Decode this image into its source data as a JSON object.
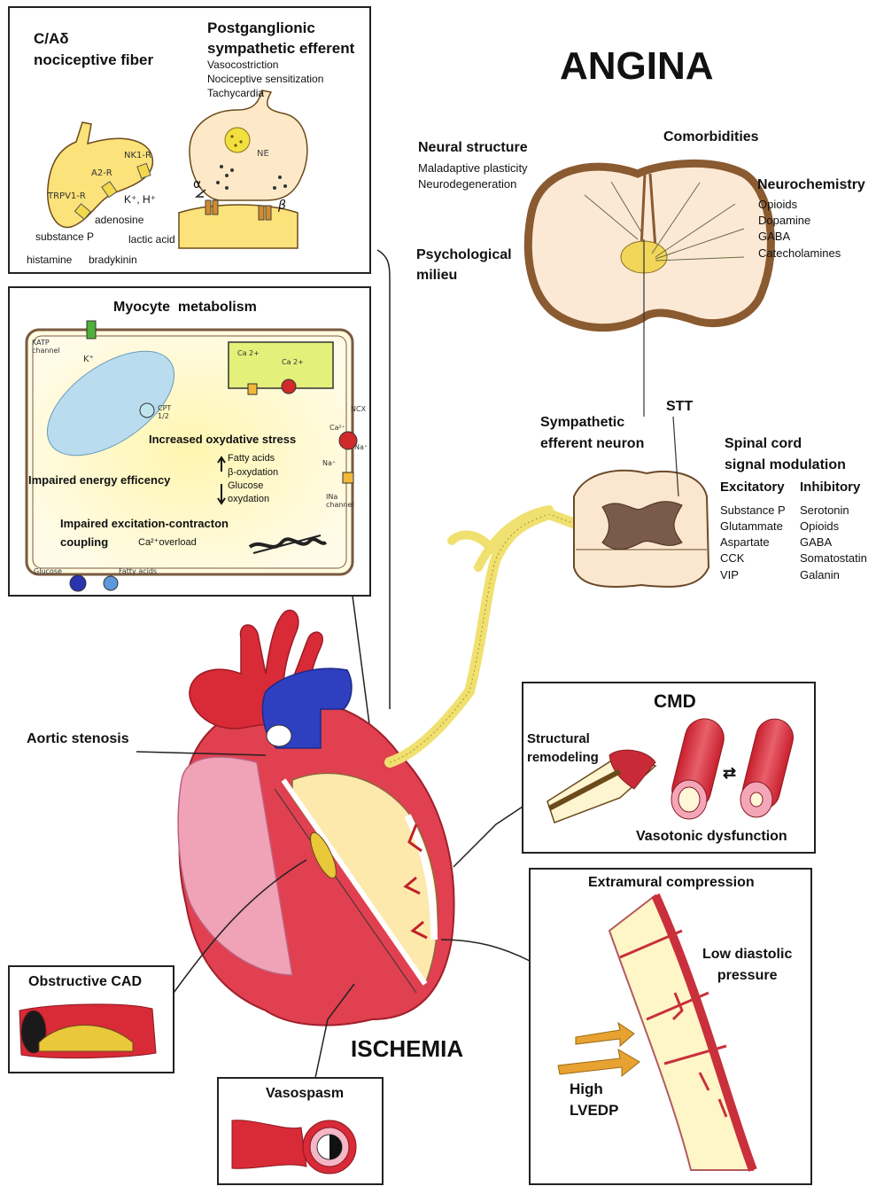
{
  "title": "ANGINA",
  "ischemia": "ISCHEMIA",
  "nociceptive_box": {
    "fiber_title": "C/Aδ\nnociceptive fiber",
    "receptors": {
      "nk1r": "NK1-R",
      "a2r": "A2-R",
      "trpv1r": "TRPV1-R"
    },
    "ions": "K⁺, H⁺",
    "adenosine": "adenosine",
    "substance_p": "substance P",
    "lactic_acid": "lactic acid",
    "histamine": "histamine",
    "bradykinin": "bradykinin",
    "efferent_title": "Postganglionic\nsympathetic efferent",
    "efferent_effects": [
      "Vasocostriction",
      "Nociceptive sensitization",
      "Tachycardia"
    ],
    "ne": "NE",
    "alpha": "α",
    "beta": "β"
  },
  "myocyte_box": {
    "title": "Myocyte  metabolism",
    "katp": "KATP\nchannel",
    "k_plus": "K⁺",
    "cpt": "CPT\n1/2",
    "ca_label": "Ca 2+",
    "ca_label2": "Ca 2+",
    "ncx": "NCX",
    "ca_side": "Ca²⁺",
    "na_side": "Na⁺",
    "na_side2": "Na⁺",
    "ina": "INa\nchannel",
    "stress": "Increased oxydative stress",
    "energy": "Impaired energy efficency",
    "fatty_acids": "Fatty acids",
    "beta_ox": "β-oxydation",
    "glucose": "Glucose",
    "oxydation": "oxydation",
    "excitation": "Impaired excitation-contracton\ncoupling",
    "ca_overload": "Ca²⁺overload",
    "glucose_label": "Glucose",
    "fatty_label": "Fatty acids"
  },
  "spinal": {
    "neural_structure": "Neural structure",
    "neural_items": [
      "Maladaptive plasticity",
      "Neurodegeneration"
    ],
    "comorbidities": "Comorbidities",
    "neurochemistry": "Neurochemistry",
    "neurochem_items": [
      "Opioids",
      "Dopamine",
      "GABA",
      "Catecholamines"
    ],
    "psychological": "Psychological\nmilieu",
    "stt": "STT",
    "sympathetic": "Sympathetic\nefferent neuron",
    "modulation_title": "Spinal cord\nsignal modulation",
    "excitatory_head": "Excitatory",
    "inhibitory_head": "Inhibitory",
    "excitatory": [
      "Substance P",
      "Glutammate",
      "Aspartate",
      "CCK",
      "VIP"
    ],
    "inhibitory": [
      "Serotonin",
      "Opioids",
      "GABA",
      "Somatostatin",
      "Galanin"
    ]
  },
  "cmd_box": {
    "title": "CMD",
    "structural": "Structural\nremodeling",
    "vasotonic": "Vasotonic dysfunction",
    "arrows": "⇄"
  },
  "extramural_box": {
    "title": "Extramural compression",
    "low_diastolic": "Low diastolic\npressure",
    "high_lvedp": "High\nLVEDP"
  },
  "aortic_stenosis": "Aortic stenosis",
  "obstructive_cad": "Obstructive CAD",
  "vasospasm": "Vasospasm",
  "colors": {
    "red": "#d42a35",
    "blue": "#2e3fb8",
    "yellow": "#fbf1a6",
    "pink": "#f0a8bd",
    "brown": "#7a5534",
    "nerve": "#f2ea7a"
  }
}
